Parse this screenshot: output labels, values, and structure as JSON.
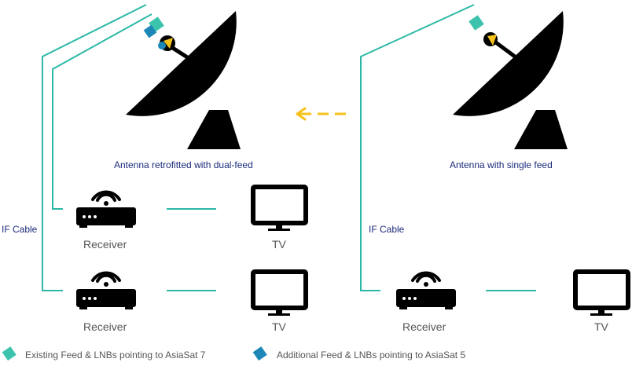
{
  "left_antenna": {
    "caption": "Antenna retrofitted with dual-feed"
  },
  "right_antenna": {
    "caption": "Antenna with single feed"
  },
  "cable_labels": {
    "left": "IF Cable",
    "right": "IF Cable"
  },
  "devices": {
    "receiver_label": "Receiver",
    "tv_label": "TV"
  },
  "legend": {
    "existing": "Existing Feed & LNBs pointing to AsiaSat 7",
    "additional": "Additional Feed & LNBs pointing to AsiaSat 5"
  },
  "colors": {
    "cable": "#2bb8a5",
    "existing_feed": "#3cc3ad",
    "additional_feed": "#1d88b7",
    "arrow": "#f6c21c",
    "label_blue": "#1b2a7a",
    "dish": "#000000"
  }
}
